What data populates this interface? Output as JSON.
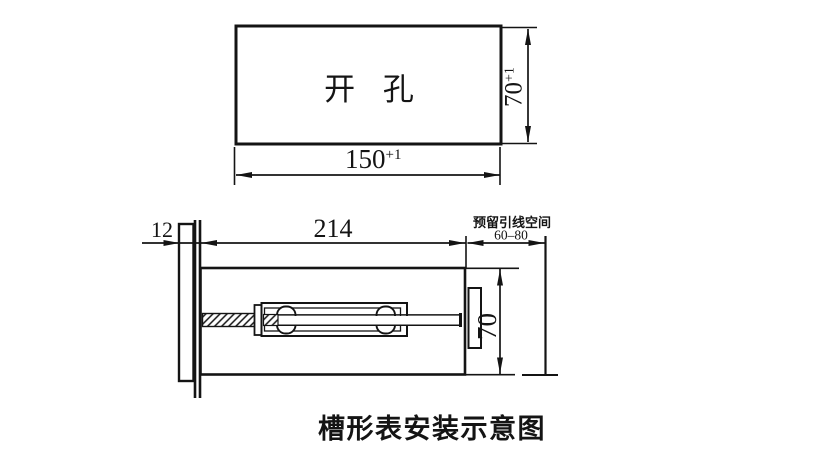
{
  "caption": "槽形表安装示意图",
  "cutout_view": {
    "label": "开 孔",
    "width": {
      "value": "150",
      "tolerance": "+1"
    },
    "height": {
      "value": "70",
      "tolerance": "+1"
    }
  },
  "side_view": {
    "panel_thickness": "12",
    "body_depth": "214",
    "body_height": "70",
    "wiring_note": "预留引线空间",
    "wiring_range": "60–80"
  },
  "colors": {
    "ink": "#141414",
    "background": "#ffffff"
  }
}
